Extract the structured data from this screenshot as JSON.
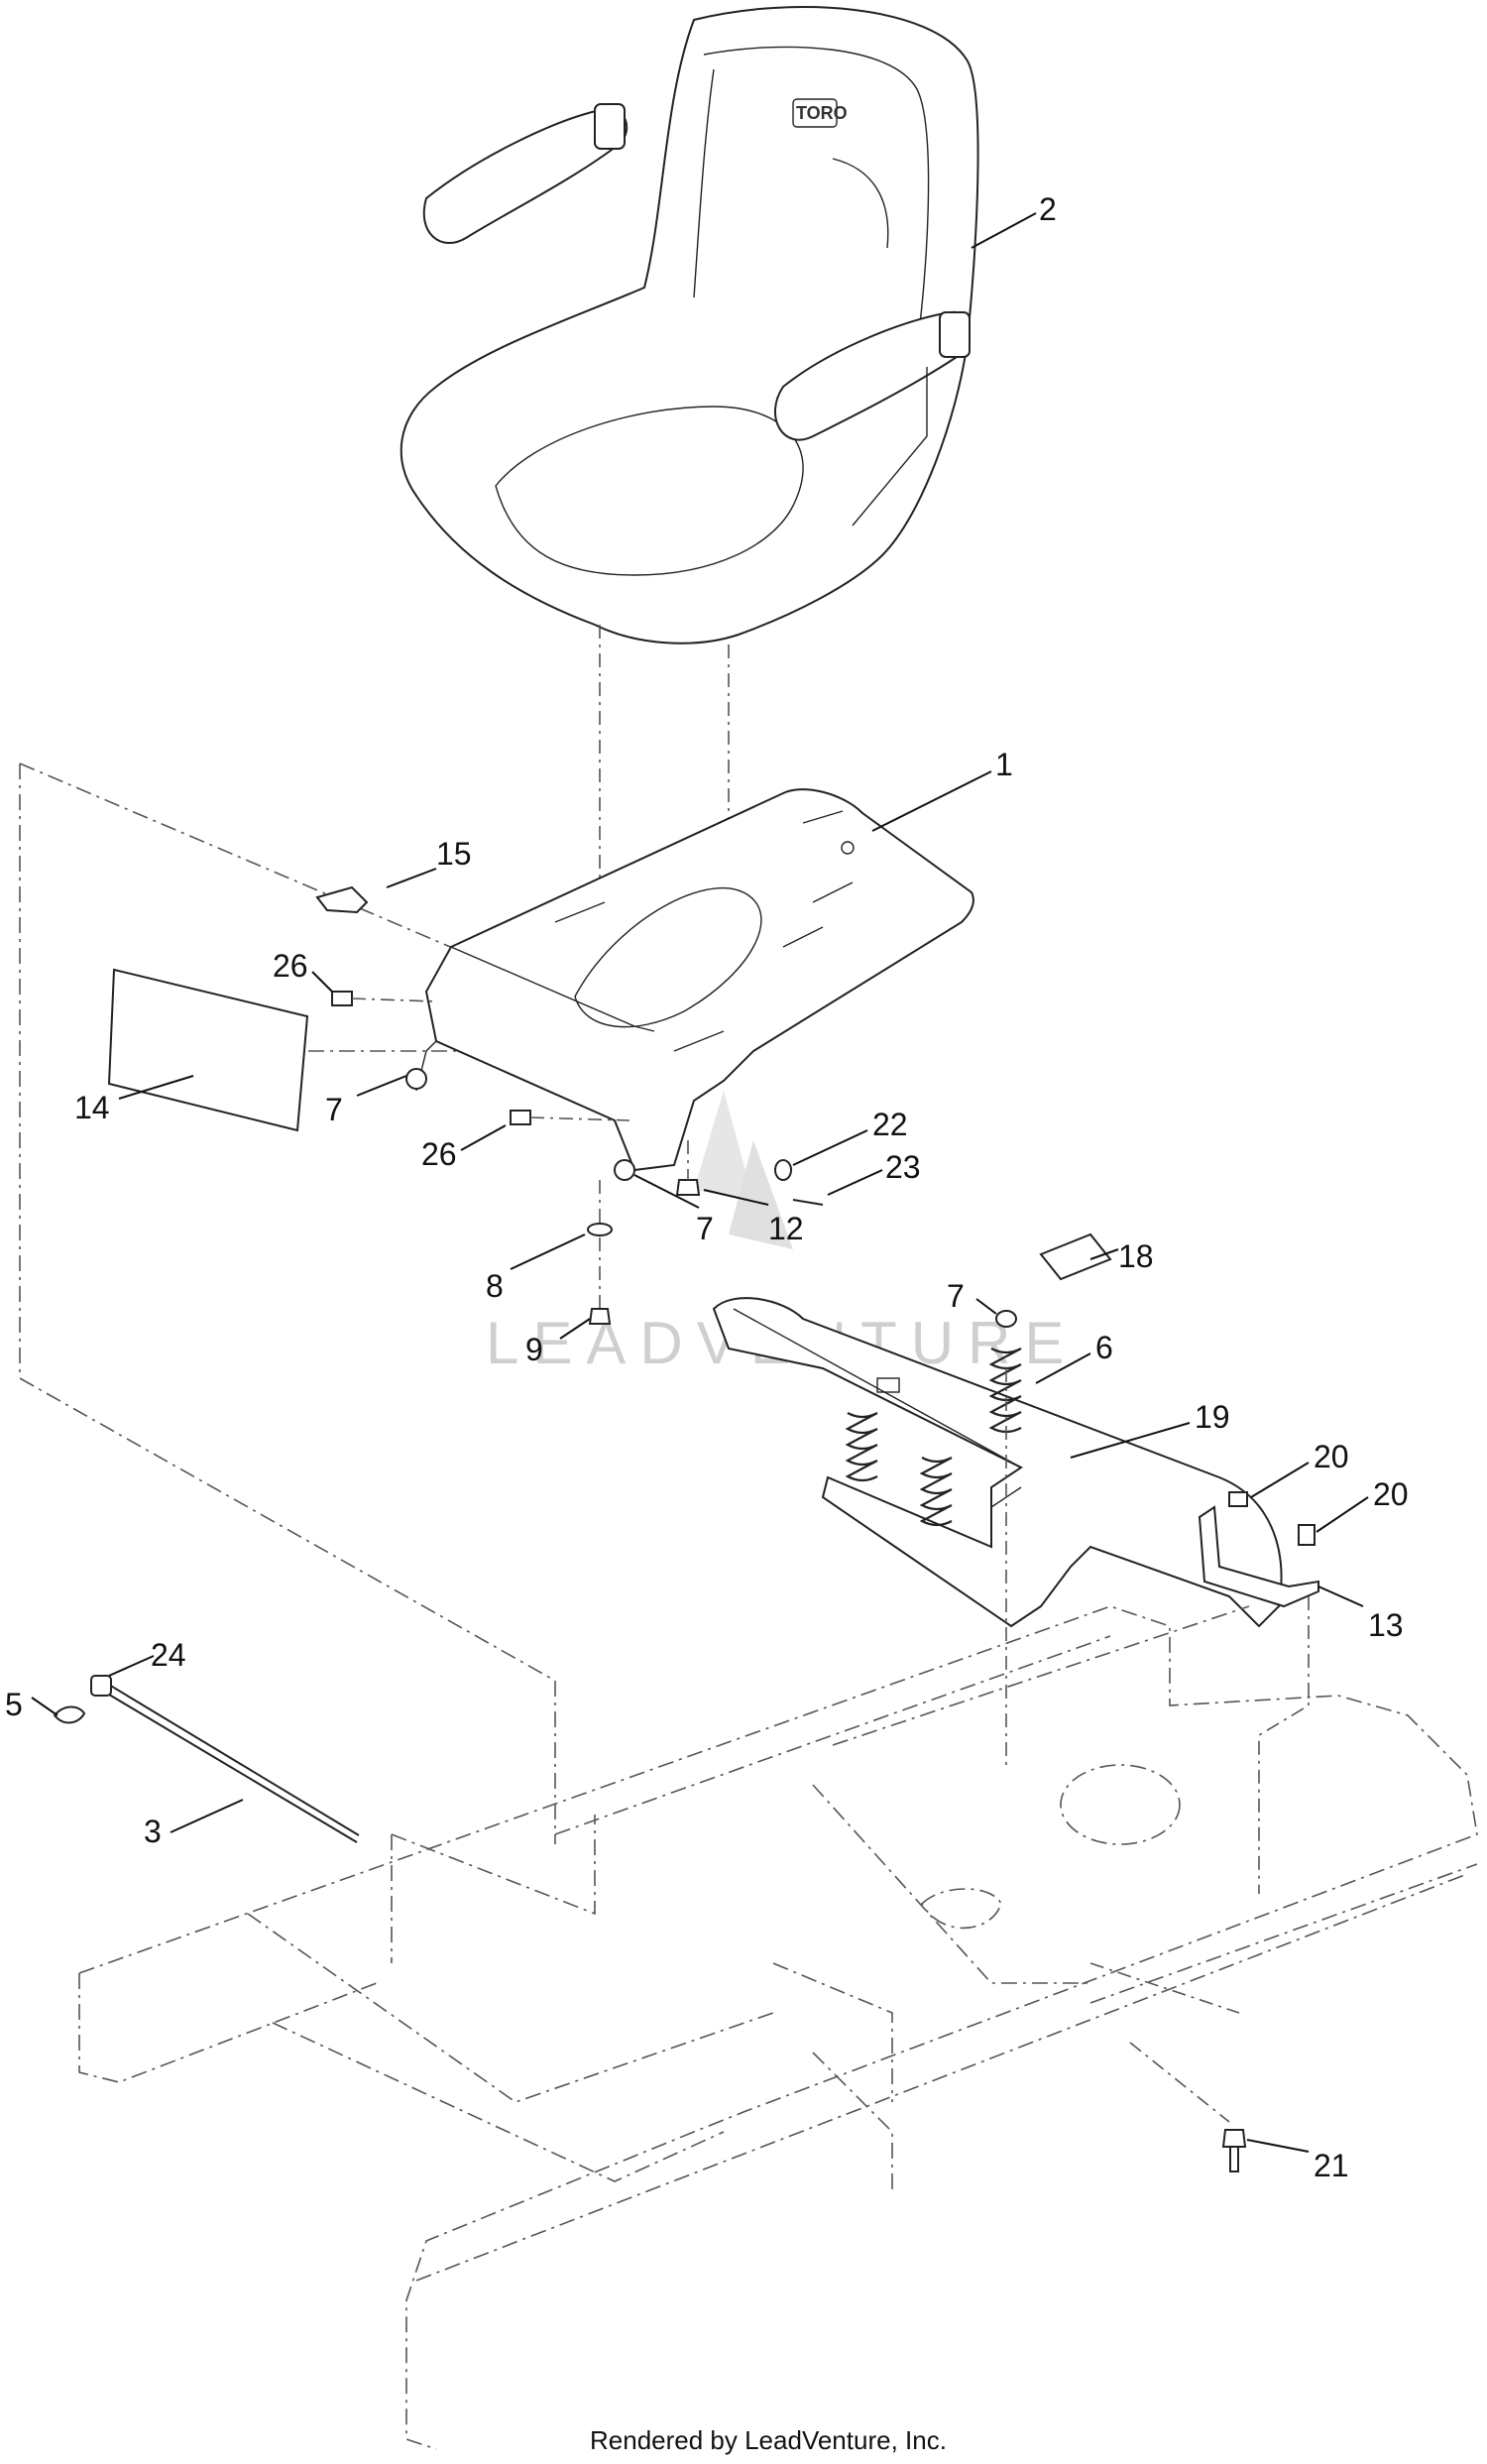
{
  "watermark": "LEADVENTURE",
  "seat_logo": "TORO",
  "footer": "Rendered by LeadVenture, Inc.",
  "callouts": [
    {
      "id": "c2",
      "label": "2"
    },
    {
      "id": "c1",
      "label": "1"
    },
    {
      "id": "c15",
      "label": "15"
    },
    {
      "id": "c26a",
      "label": "26"
    },
    {
      "id": "c14",
      "label": "14"
    },
    {
      "id": "c7a",
      "label": "7"
    },
    {
      "id": "c26b",
      "label": "26"
    },
    {
      "id": "c22",
      "label": "22"
    },
    {
      "id": "c23",
      "label": "23"
    },
    {
      "id": "c7b",
      "label": "7"
    },
    {
      "id": "c12",
      "label": "12"
    },
    {
      "id": "c8",
      "label": "8"
    },
    {
      "id": "c18",
      "label": "18"
    },
    {
      "id": "c7c",
      "label": "7"
    },
    {
      "id": "c6",
      "label": "6"
    },
    {
      "id": "c9",
      "label": "9"
    },
    {
      "id": "c19",
      "label": "19"
    },
    {
      "id": "c20a",
      "label": "20"
    },
    {
      "id": "c20b",
      "label": "20"
    },
    {
      "id": "c13",
      "label": "13"
    },
    {
      "id": "c24",
      "label": "24"
    },
    {
      "id": "c5",
      "label": "5"
    },
    {
      "id": "c3",
      "label": "3"
    },
    {
      "id": "c21",
      "label": "21"
    }
  ]
}
